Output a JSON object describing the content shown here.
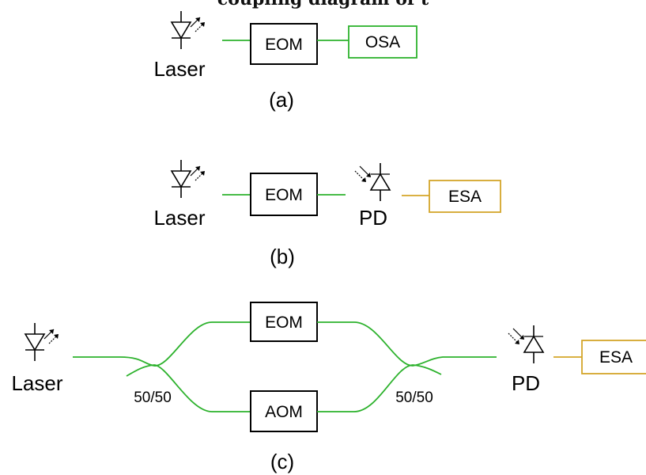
{
  "header_fragment": "coupling diagram of t",
  "colors": {
    "fiber": "#2db22d",
    "osa": "#2db22d",
    "esa": "#d4a62a",
    "black": "#000000"
  },
  "panel_a": {
    "laser_label": "Laser",
    "eom_label": "EOM",
    "osa_label": "OSA",
    "caption": "(a)"
  },
  "panel_b": {
    "laser_label": "Laser",
    "eom_label": "EOM",
    "pd_label": "PD",
    "esa_label": "ESA",
    "caption": "(b)"
  },
  "panel_c": {
    "laser_label": "Laser",
    "eom_label": "EOM",
    "aom_label": "AOM",
    "coupler_left_label": "50/50",
    "coupler_right_label": "50/50",
    "pd_label": "PD",
    "esa_label": "ESA",
    "caption": "(c)"
  },
  "icons": [
    "laser-diode-icon",
    "photodiode-icon"
  ]
}
